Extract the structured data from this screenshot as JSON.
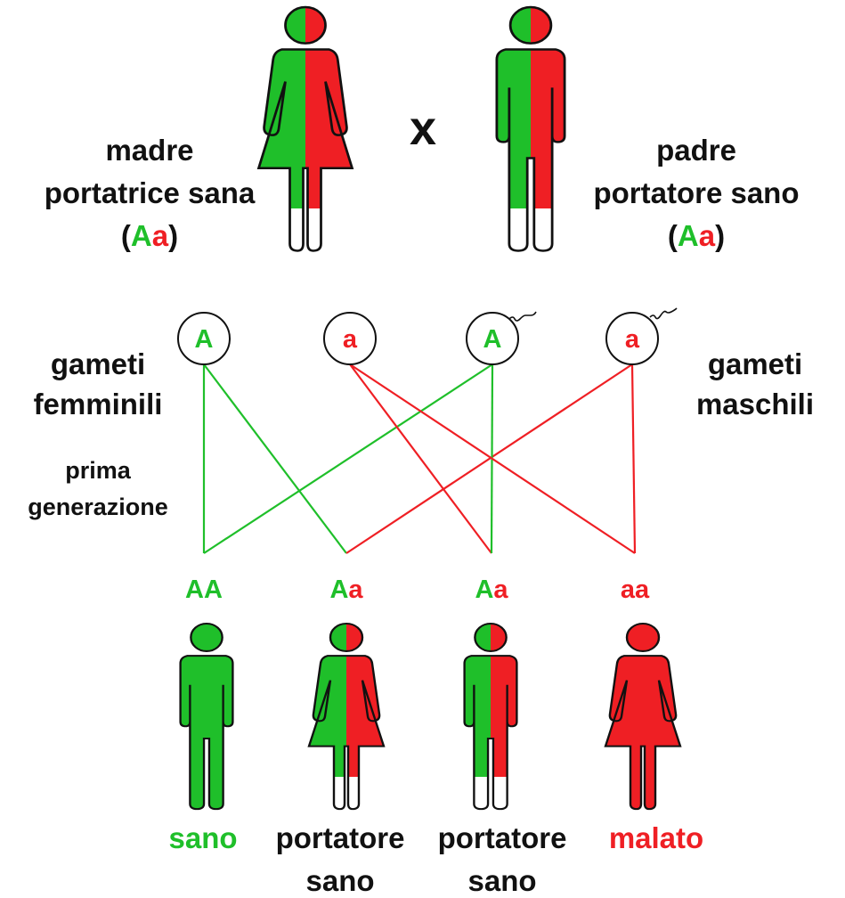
{
  "colors": {
    "dominant": "#1fbf2a",
    "recessive": "#ef1f24",
    "outline": "#111111",
    "text": "#111111"
  },
  "parents": {
    "cross_symbol": "x",
    "mother": {
      "line1": "madre",
      "line2": "portatrice sana",
      "genotype": {
        "open": "(",
        "dominant": "A",
        "recessive": "a",
        "close": ")"
      }
    },
    "father": {
      "line1": "padre",
      "line2": "portatore sano",
      "genotype": {
        "open": "(",
        "dominant": "A",
        "recessive": "a",
        "close": ")"
      }
    }
  },
  "gametes": {
    "female_label": [
      "gameti",
      "femminili"
    ],
    "male_label": [
      "gameti",
      "maschili"
    ],
    "items": [
      {
        "allele": "A",
        "sex": "female",
        "color": "dominant"
      },
      {
        "allele": "a",
        "sex": "female",
        "color": "recessive"
      },
      {
        "allele": "A",
        "sex": "male",
        "color": "dominant"
      },
      {
        "allele": "a",
        "sex": "male",
        "color": "recessive"
      }
    ]
  },
  "generation_label": [
    "prima",
    "generazione"
  ],
  "offspring": [
    {
      "genotype": [
        "A",
        "A"
      ],
      "label": [
        "sano"
      ],
      "label_color": "dominant",
      "figure": "male",
      "fill": "dominant"
    },
    {
      "genotype": [
        "A",
        "a"
      ],
      "label": [
        "portatore",
        "sano"
      ],
      "label_color": "text",
      "figure": "female",
      "fill": "split"
    },
    {
      "genotype": [
        "A",
        "a"
      ],
      "label": [
        "portatore",
        "sano"
      ],
      "label_color": "text",
      "figure": "male",
      "fill": "split"
    },
    {
      "genotype": [
        "a",
        "a"
      ],
      "label": [
        "malato"
      ],
      "label_color": "recessive",
      "figure": "female",
      "fill": "recessive"
    }
  ],
  "crosses": [
    {
      "from": 0,
      "to": 0,
      "color": "dominant"
    },
    {
      "from": 2,
      "to": 0,
      "color": "dominant"
    },
    {
      "from": 0,
      "to": 1,
      "color": "dominant"
    },
    {
      "from": 3,
      "to": 1,
      "color": "recessive"
    },
    {
      "from": 1,
      "to": 2,
      "color": "recessive"
    },
    {
      "from": 2,
      "to": 2,
      "color": "dominant"
    },
    {
      "from": 1,
      "to": 3,
      "color": "recessive"
    },
    {
      "from": 3,
      "to": 3,
      "color": "recessive"
    }
  ]
}
